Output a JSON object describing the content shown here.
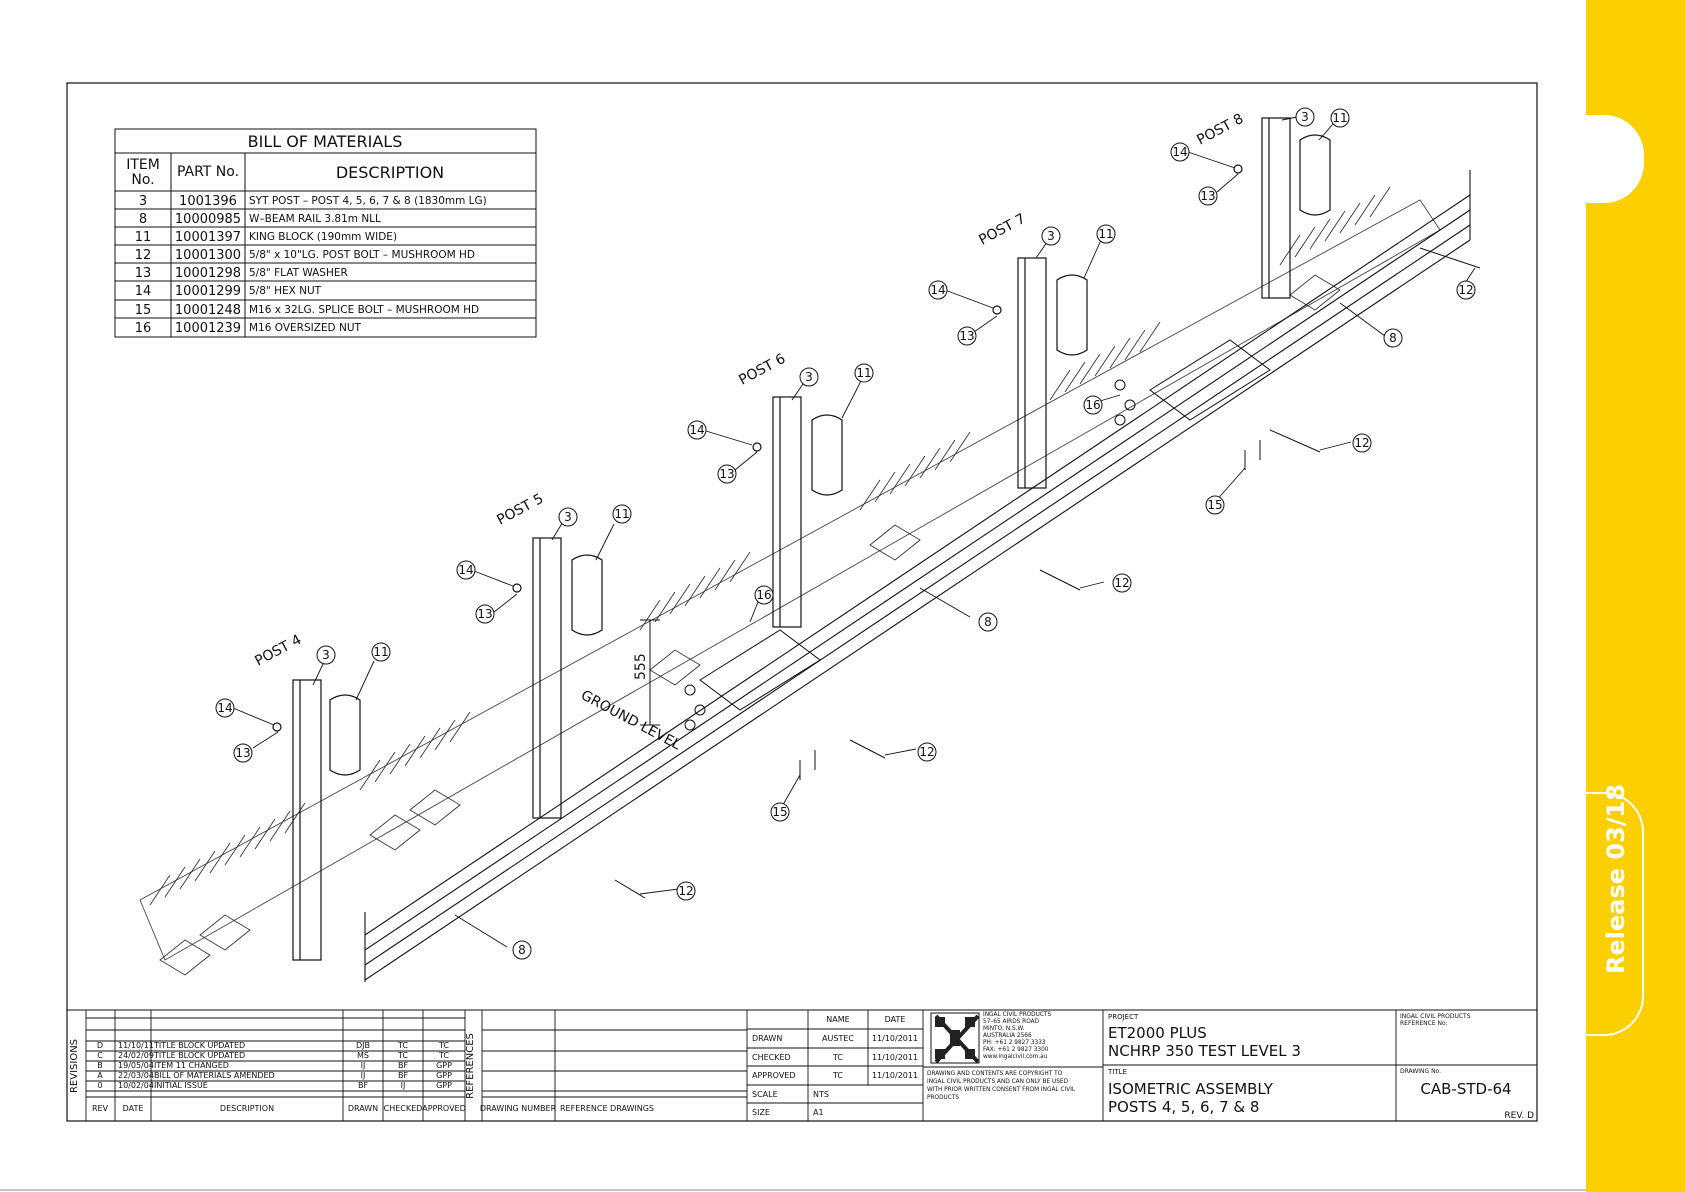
{
  "release_label": "Release 03/18",
  "bom": {
    "title": "BILL OF MATERIALS",
    "headers": {
      "item": "ITEM",
      "item_sub": "No.",
      "part": "PART No.",
      "desc": "DESCRIPTION"
    },
    "rows": [
      {
        "item": "3",
        "part": "1001396",
        "desc": "SYT POST – POST 4, 5, 6, 7 & 8 (1830mm LG)"
      },
      {
        "item": "8",
        "part": "10000985",
        "desc": "W–BEAM RAIL 3.81m NLL"
      },
      {
        "item": "11",
        "part": "10001397",
        "desc": "KING BLOCK (190mm WIDE)"
      },
      {
        "item": "12",
        "part": "10001300",
        "desc": "5/8\" x 10\"LG. POST BOLT – MUSHROOM HD"
      },
      {
        "item": "13",
        "part": "10001298",
        "desc": "5/8\" FLAT WASHER"
      },
      {
        "item": "14",
        "part": "10001299",
        "desc": "5/8\" HEX NUT"
      },
      {
        "item": "15",
        "part": "10001248",
        "desc": "M16 x 32LG. SPLICE BOLT – MUSHROOM HD"
      },
      {
        "item": "16",
        "part": "10001239",
        "desc": "M16 OVERSIZED NUT"
      }
    ]
  },
  "labels": {
    "post4": "POST 4",
    "post5": "POST 5",
    "post6": "POST 6",
    "post7": "POST 7",
    "post8": "POST 8",
    "ground": "GROUND LEVEL",
    "dim": "555",
    "n3": "3",
    "n8": "8",
    "n11": "11",
    "n12": "12",
    "n13": "13",
    "n14": "14",
    "n15": "15",
    "n16": "16"
  },
  "revisions": {
    "side_label": "REVISIONS",
    "rows": [
      {
        "rev": "D",
        "date": "11/10/11",
        "desc": "TITLE BLOCK UPDATED",
        "drawn": "DJB",
        "checked": "TC",
        "approved": "TC"
      },
      {
        "rev": "C",
        "date": "24/02/09",
        "desc": "TITLE BLOCK UPDATED",
        "drawn": "MS",
        "checked": "TC",
        "approved": "TC"
      },
      {
        "rev": "B",
        "date": "19/05/04",
        "desc": "ITEM 11 CHANGED",
        "drawn": "IJ",
        "checked": "BF",
        "approved": "GPP"
      },
      {
        "rev": "A",
        "date": "22/03/04",
        "desc": "BILL OF MATERIALS AMENDED",
        "drawn": "IJ",
        "checked": "BF",
        "approved": "GPP"
      },
      {
        "rev": "0",
        "date": "10/02/04",
        "desc": "INITIAL ISSUE",
        "drawn": "BF",
        "checked": "IJ",
        "approved": "GPP"
      }
    ],
    "headers": {
      "rev": "REV",
      "date": "DATE",
      "desc": "DESCRIPTION",
      "drawn": "DRAWN",
      "checked": "CHECKED",
      "approved": "APPROVED"
    }
  },
  "references": {
    "side_label": "REFERENCES",
    "drawing_number": "DRAWING NUMBER",
    "reference_drawings": "REFERENCE DRAWINGS"
  },
  "signoff": {
    "name_h": "NAME",
    "date_h": "DATE",
    "drawn_l": "DRAWN",
    "drawn_n": "AUSTEC",
    "drawn_d": "11/10/2011",
    "checked_l": "CHECKED",
    "checked_n": "TC",
    "checked_d": "11/10/2011",
    "approved_l": "APPROVED",
    "approved_n": "TC",
    "approved_d": "11/10/2011",
    "scale_l": "SCALE",
    "scale_v": "NTS",
    "size_l": "SIZE",
    "size_v": "A1"
  },
  "company": {
    "lines": [
      "INGAL CIVIL PRODUCTS",
      "57–65 AIRDS ROAD",
      "MINTO, N.S.W.",
      "AUSTRALIA 2566",
      "PH: +61 2 9827 3333",
      "FAX: +61 2 9827 3300",
      "www.ingalcivil.com.au"
    ],
    "copyright": [
      "DRAWING AND CONTENTS ARE COPYRIGHT TO",
      "INGAL CIVIL PRODUCTS AND CAN ONLY BE USED",
      "WITH PRIOR WRITTEN CONSENT FROM INGAL CIVIL",
      "PRODUCTS"
    ]
  },
  "project": {
    "label": "PROJECT",
    "line1": "ET2000 PLUS",
    "line2": "NCHRP 350 TEST LEVEL 3"
  },
  "title_block": {
    "label": "TITLE",
    "line1": "ISOMETRIC ASSEMBLY",
    "line2": "POSTS 4, 5, 6, 7 & 8"
  },
  "ref_no": {
    "label1": "INGAL CIVIL PRODUCTS",
    "label2": "REFERENCE No."
  },
  "drawing_no": {
    "label": "DRAWING No.",
    "value": "CAB-STD-64",
    "rev": "REV. D"
  }
}
